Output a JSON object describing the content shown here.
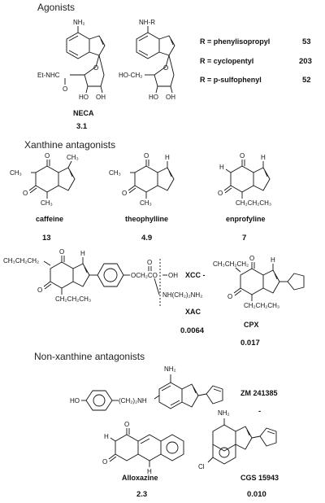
{
  "sections": {
    "agonists": "Agonists",
    "xanthine": "Xanthine antagonists",
    "nonxanthine": "Non-xanthine antagonists"
  },
  "agonists": {
    "neca": {
      "name": "NECA",
      "value": "3.1",
      "groups": {
        "nh2": "NH₂",
        "etnhc": "Et-NHC",
        "o": "O",
        "ho": "HO",
        "oh": "OH"
      }
    },
    "adenosine_r": {
      "groups": {
        "nhr": "NH-R",
        "hoch2": "HO-CH₂",
        "ho": "HO",
        "oh": "OH"
      }
    },
    "r_table": [
      {
        "label": "R = phenylisopropyl",
        "value": "53"
      },
      {
        "label": "R = cyclopentyl",
        "value": "203"
      },
      {
        "label": "R = p-sulfophenyl",
        "value": "52"
      }
    ]
  },
  "xanthines": [
    {
      "name": "caffeine",
      "value": "13",
      "groups": {
        "ch3_n1": "CH₃",
        "ch3_n7": "CH₃",
        "ch3_n3": "CH₃"
      }
    },
    {
      "name": "theophylline",
      "value": "4.9",
      "groups": {
        "ch3_n1": "CH₃",
        "ch3_n3": "CH₃",
        "h_n7": "H"
      }
    },
    {
      "name": "enprofyline",
      "value": "7",
      "groups": {
        "h_n1": "H",
        "h_n7": "H",
        "propyl": "CH₂CH₂CH₃"
      }
    }
  ],
  "xac_cpx": {
    "left_propyl": "CH₃CH₂CH₂",
    "bottom_propyl": "CH₂CH₂CH₃",
    "linker": "OCH₂CO",
    "oh": "OH",
    "amine": "NH(CH₂)₂NH₂",
    "h": "H",
    "xcc": "XCC -",
    "xac": {
      "name": "XAC",
      "value": "0.0064"
    },
    "cpx": {
      "name": "CPX",
      "value": "0.017",
      "top_propyl": "CH₃CH₂CH₂",
      "bottom_propyl": "CH₂CH₂CH₃",
      "h": "H"
    }
  },
  "nonxanthines": {
    "zm": {
      "name": "ZM 241385",
      "value": "-",
      "ho": "HO",
      "chain": "(CH₂)₂NH",
      "nh2": "NH₂"
    },
    "alloxazine": {
      "name": "Alloxazine",
      "value": "2.3",
      "h": "H"
    },
    "cgs": {
      "name": "CGS 15943",
      "value": "0.010",
      "nh2": "NH₂",
      "cl": "Cl"
    }
  }
}
